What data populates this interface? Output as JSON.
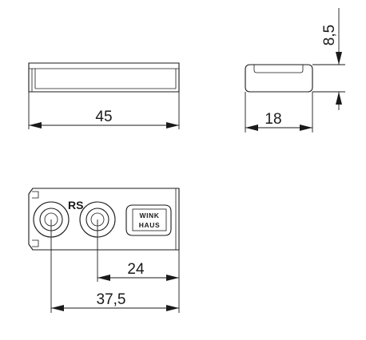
{
  "dimensions": {
    "front_length": "45",
    "side_height": "8,5",
    "side_width": "18",
    "hole_spacing": "24",
    "hole_offset": "37,5"
  },
  "marking": "RS",
  "logo": {
    "line1": "WINK",
    "line2": "HAUS"
  },
  "colors": {
    "line": "#1a1a1a",
    "background": "#ffffff"
  }
}
